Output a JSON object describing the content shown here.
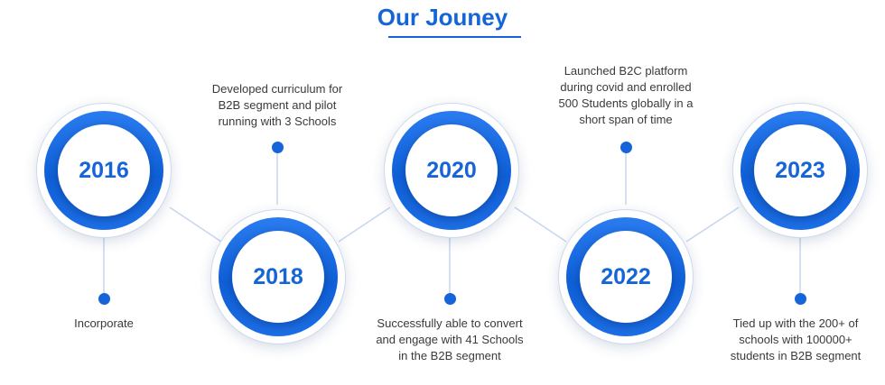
{
  "title": "Our Jouney",
  "milestones": [
    {
      "year": "2016",
      "caption": [
        "Incorporate"
      ]
    },
    {
      "year": "2018",
      "caption": [
        "Developed curriculum for",
        "B2B segment and pilot",
        "running with 3 Schools"
      ]
    },
    {
      "year": "2020",
      "caption": [
        "Successfully able to convert",
        "and engage with 41 Schools",
        "in the B2B segment"
      ]
    },
    {
      "year": "2022",
      "caption": [
        "Launched B2C platform",
        "during covid and enrolled",
        "500 Students globally in a",
        "short span of time"
      ]
    },
    {
      "year": "2023",
      "caption": [
        "Tied up with the 200+ of",
        "schools with 100000+",
        "students in B2B segment"
      ]
    }
  ],
  "colors": {
    "accent": "#1565d8",
    "connector": "#c7d6ee",
    "text": "#3a3a3a"
  }
}
